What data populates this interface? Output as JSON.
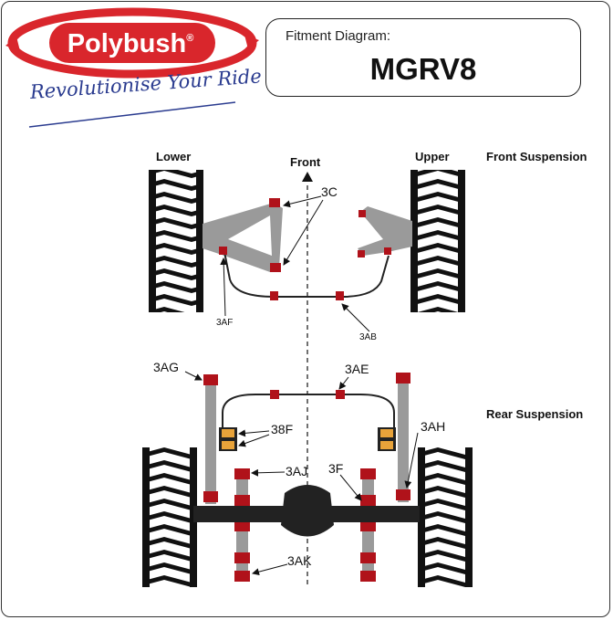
{
  "logo": {
    "brand": "Polybush",
    "registered": "®",
    "tagline": "Revolutionise Your Ride"
  },
  "title_box": {
    "label": "Fitment Diagram:",
    "model": "MGRV8"
  },
  "front": {
    "section": "Front Suspension",
    "lower": "Lower",
    "upper": "Upper",
    "front": "Front",
    "parts": {
      "p3c": "3C",
      "p3af": "3AF",
      "p3ab": "3AB"
    }
  },
  "rear": {
    "section": "Rear Suspension",
    "parts": {
      "p3ag": "3AG",
      "p3ae": "3AE",
      "p38f": "38F",
      "p3ah": "3AH",
      "p3aj": "3AJ",
      "p3f": "3F",
      "p3ak": "3AK"
    }
  },
  "colors": {
    "logo_red": "#d9262c",
    "tagline_blue": "#2a3b8f",
    "bush_red": "#b0121a",
    "bush_yellow": "#e8a33a",
    "component_grey": "#9a9a9a",
    "axle_black": "#222222"
  }
}
